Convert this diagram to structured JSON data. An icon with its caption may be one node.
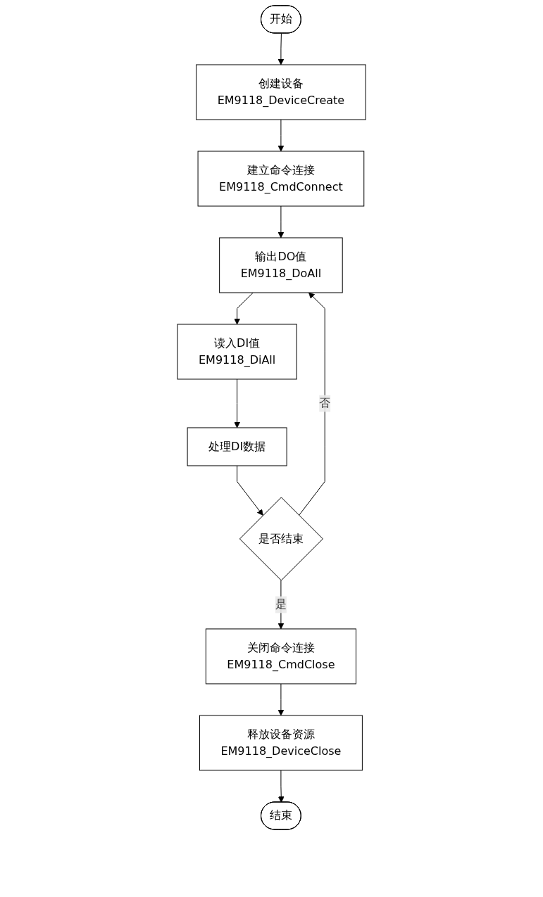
{
  "diagram": {
    "nodes": [
      {
        "text": [
          "开始"
        ]
      },
      {
        "text": [
          "创建设备",
          "EM9118_DeviceCreate"
        ]
      },
      {
        "text": [
          "建立命令连接",
          "EM9118_CmdConnect"
        ]
      },
      {
        "text": [
          "输出DO值",
          "EM9118_DoAll"
        ]
      },
      {
        "text": [
          "读入DI值",
          "EM9118_DiAll"
        ]
      },
      {
        "text": [
          "处理DI数据"
        ]
      },
      {
        "text": [
          "是否结束"
        ]
      },
      {
        "text": [
          "关闭命令连接",
          "EM9118_CmdClose"
        ]
      },
      {
        "text": [
          "释放设备资源",
          "EM9118_DeviceClose"
        ]
      },
      {
        "text": [
          "结束"
        ]
      }
    ],
    "edges": [
      {
        "from": 0,
        "to": 1,
        "arrow": "to"
      },
      {
        "from": 1,
        "to": 2,
        "arrow": "to"
      },
      {
        "from": 2,
        "to": 3,
        "arrow": "to"
      },
      {
        "from": 3,
        "to": 4,
        "arrow": "to"
      },
      {
        "from": 4,
        "to": 5,
        "arrow": "to"
      },
      {
        "from": 5,
        "to": 6,
        "arrow": "to"
      },
      {
        "from": 6,
        "to": 3,
        "arrow": "to",
        "label": "否"
      },
      {
        "from": 6,
        "to": 7,
        "arrow": "to",
        "label": "是"
      },
      {
        "from": 7,
        "to": 8,
        "arrow": "to"
      },
      {
        "from": 8,
        "to": 9,
        "arrow": "to"
      }
    ]
  }
}
